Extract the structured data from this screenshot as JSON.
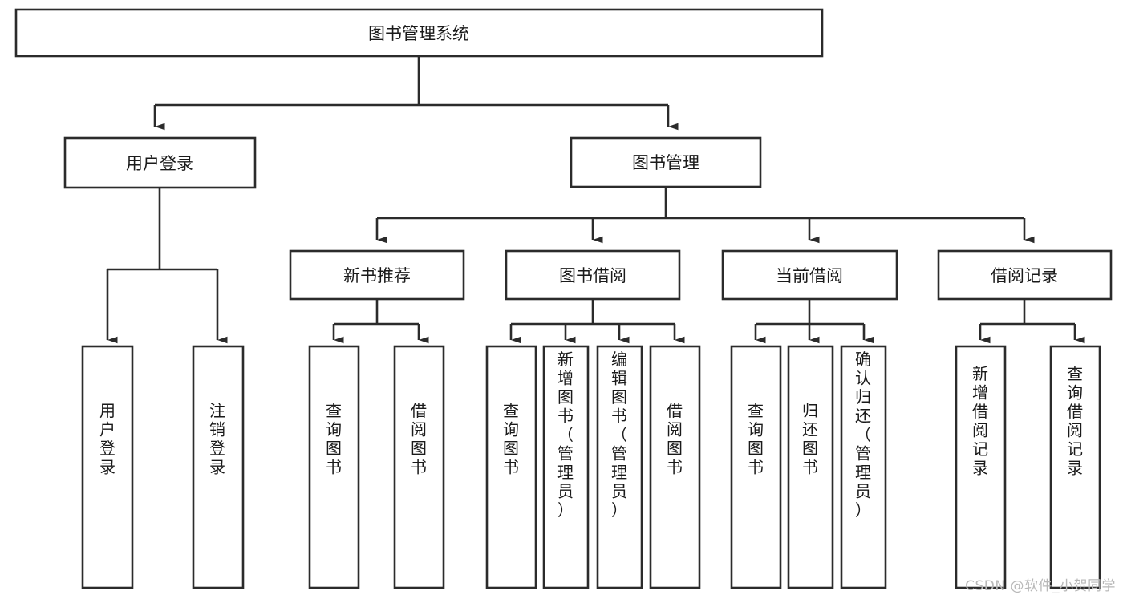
{
  "diagram": {
    "type": "tree-hierarchy",
    "title": "图书管理系统",
    "watermark": "CSDN @软件_小贺同学",
    "colors": {
      "stroke": "#2b2b2b",
      "fill": "#ffffff",
      "text": "#1a1a1a",
      "watermark": "#b8b8b8"
    },
    "root": {
      "label": "图书管理系统"
    },
    "level2": [
      {
        "label": "用户登录"
      },
      {
        "label": "图书管理"
      }
    ],
    "level3": [
      {
        "label": "新书推荐"
      },
      {
        "label": "图书借阅"
      },
      {
        "label": "当前借阅"
      },
      {
        "label": "借阅记录"
      }
    ],
    "leaves": {
      "user_login": [
        {
          "label": "用户登录"
        },
        {
          "label": "注销登录"
        }
      ],
      "new_book_recommend": [
        {
          "label": "查询图书"
        },
        {
          "label": "借阅图书"
        }
      ],
      "book_borrow": [
        {
          "label": "查询图书"
        },
        {
          "label": "新增图书（管理员）"
        },
        {
          "label": "编辑图书（管理员）"
        },
        {
          "label": "借阅图书"
        }
      ],
      "current_borrow": [
        {
          "label": "查询图书"
        },
        {
          "label": "归还图书"
        },
        {
          "label": "确认归还（管理员）"
        }
      ],
      "borrow_record": [
        {
          "label": "新增借阅记录"
        },
        {
          "label": "查询借阅记录"
        }
      ]
    }
  }
}
